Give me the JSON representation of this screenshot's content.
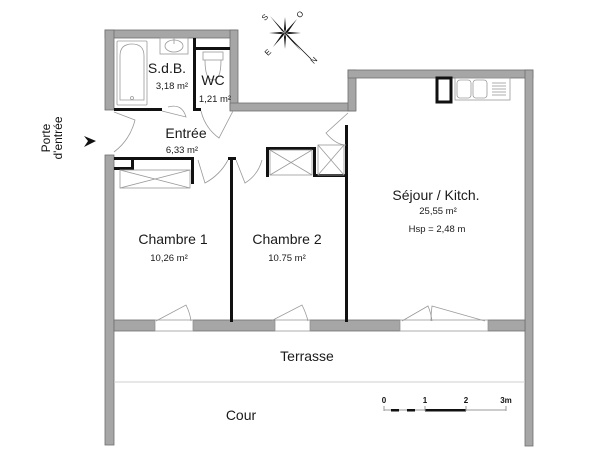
{
  "plan": {
    "rooms": [
      {
        "id": "sdb",
        "name": "S.d.B.",
        "area": "3,18 m²"
      },
      {
        "id": "wc",
        "name": "WC",
        "area": "1,21 m²"
      },
      {
        "id": "entree",
        "name": "Entrée",
        "area": "6,33 m²"
      },
      {
        "id": "chambre1",
        "name": "Chambre 1",
        "area": "10,26 m²"
      },
      {
        "id": "chambre2",
        "name": "Chambre 2",
        "area": "10.75 m²"
      },
      {
        "id": "sejour",
        "name": "Séjour / Kitch.",
        "area": "25,55 m²",
        "height": "Hsp = 2,48 m"
      }
    ],
    "outside": {
      "terrasse": "Terrasse",
      "cour": "Cour"
    },
    "entry": {
      "line1": "Porte",
      "line2": "d'entrée"
    },
    "compass": {
      "labels": [
        "S",
        "O",
        "E",
        "N"
      ]
    },
    "scale_bar": {
      "ticks": [
        "0",
        "1",
        "2",
        "3m"
      ]
    },
    "colors": {
      "wall": "#a6a6a6",
      "wall_outline": "#6e6e6e",
      "partition": "#111111",
      "fixture": "#9a9a9a"
    }
  }
}
